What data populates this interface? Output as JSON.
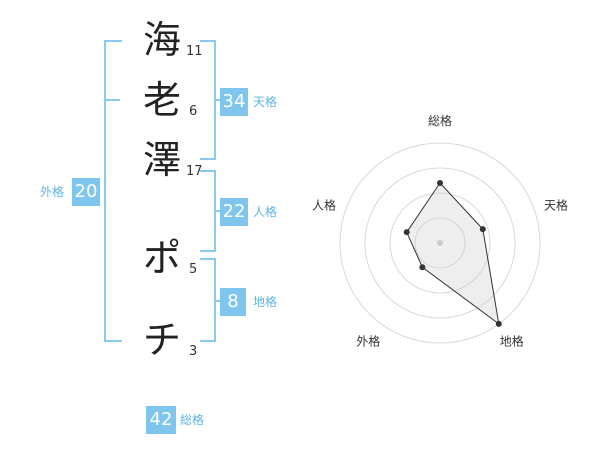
{
  "name": {
    "chars": [
      {
        "char": "海",
        "strokes": "11"
      },
      {
        "char": "老",
        "strokes": "6"
      },
      {
        "char": "澤",
        "strokes": "17"
      },
      {
        "char": "ポ",
        "strokes": "5"
      },
      {
        "char": "チ",
        "strokes": "3"
      }
    ]
  },
  "fortune": {
    "tenkaku": {
      "value": "34",
      "label": "天格"
    },
    "jinkaku": {
      "value": "22",
      "label": "人格"
    },
    "chikaku": {
      "value": "8",
      "label": "地格"
    },
    "gaikaku": {
      "value": "20",
      "label": "外格"
    },
    "soukaku": {
      "value": "42",
      "label": "総格"
    }
  },
  "colors": {
    "accent": "#7fc6ef",
    "bracket": "#8cc9ef",
    "label": "#5db4e6"
  },
  "chart_data": {
    "type": "radar",
    "axes": [
      "総格",
      "天格",
      "地格",
      "外格",
      "人格"
    ],
    "values": [
      0.6,
      0.45,
      1.0,
      0.3,
      0.35
    ],
    "rings": 4,
    "range": [
      0,
      1
    ]
  }
}
